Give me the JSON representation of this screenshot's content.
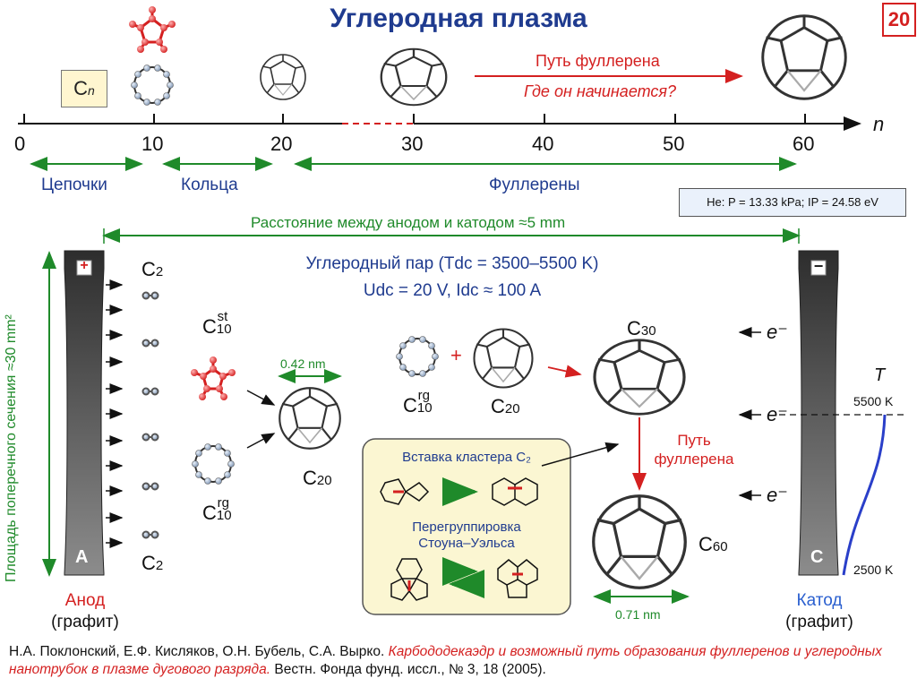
{
  "title": "Углеродная плазма",
  "page_number": "20",
  "cn_label": "C",
  "cn_sub": "n",
  "axis": {
    "ticks": [
      "0",
      "10",
      "20",
      "30",
      "40",
      "50",
      "60"
    ],
    "variable": "n"
  },
  "ranges": {
    "chains": "Цепочки",
    "rings": "Кольца",
    "fullerenes": "Фуллерены"
  },
  "fullerene_path": {
    "label": "Путь фуллерена",
    "question": "Где он начинается?"
  },
  "conditions": "He: P = 13.33 kPa; IP = 24.58 eV",
  "distance": "Расстояние между анодом и катодом ≈5 mm",
  "cross_section": "Площадь поперечного сечения ≈30 mm²",
  "vapor": {
    "line1": "Углеродный пар (Tdc = 3500–5500 K)",
    "line2": "Udc = 20 V,  Idc ≈ 100 A"
  },
  "species": {
    "c2": "C",
    "c2_sub": "2",
    "c10": "C",
    "c10_sub": "10",
    "st": "st",
    "rg": "rg",
    "c20": "C",
    "c20_sub": "20",
    "c30": "C",
    "c30_sub": "30",
    "c60": "C",
    "c60_sub": "60"
  },
  "dims": {
    "d_c20": "0.42 nm",
    "d_c60": "0.71 nm"
  },
  "electron": "e⁻",
  "path_label": {
    "line1": "Путь",
    "line2": "фуллерена"
  },
  "insertion": "Вставка кластера C₂",
  "stone_wales": {
    "line1": "Перегруппировка",
    "line2": "Стоуна–Уэльса"
  },
  "anode": {
    "sign": "+",
    "letter": "A",
    "name": "Анод",
    "material": "(графит)"
  },
  "cathode": {
    "sign": "−",
    "letter": "C",
    "name": "Катод",
    "material": "(графит)"
  },
  "temperature": {
    "label": "T",
    "top": "5500 K",
    "bottom": "2500 K"
  },
  "footer": {
    "authors": "Н.А. Поклонский, Е.Ф. Кисляков, О.Н. Бубель, С.А. Вырко.",
    "title": "Карбододекаэдр и возможный путь образования фуллеренов и углеродных нанотрубок в плазме дугового разряда.",
    "journal": "Вестн. Фонда фунд. иссл., № 3, 18 (2005)."
  },
  "colors": {
    "blue": "#1f3b8f",
    "red": "#d42020",
    "green": "#1f8a2a",
    "atom": "#a9bcd4"
  }
}
